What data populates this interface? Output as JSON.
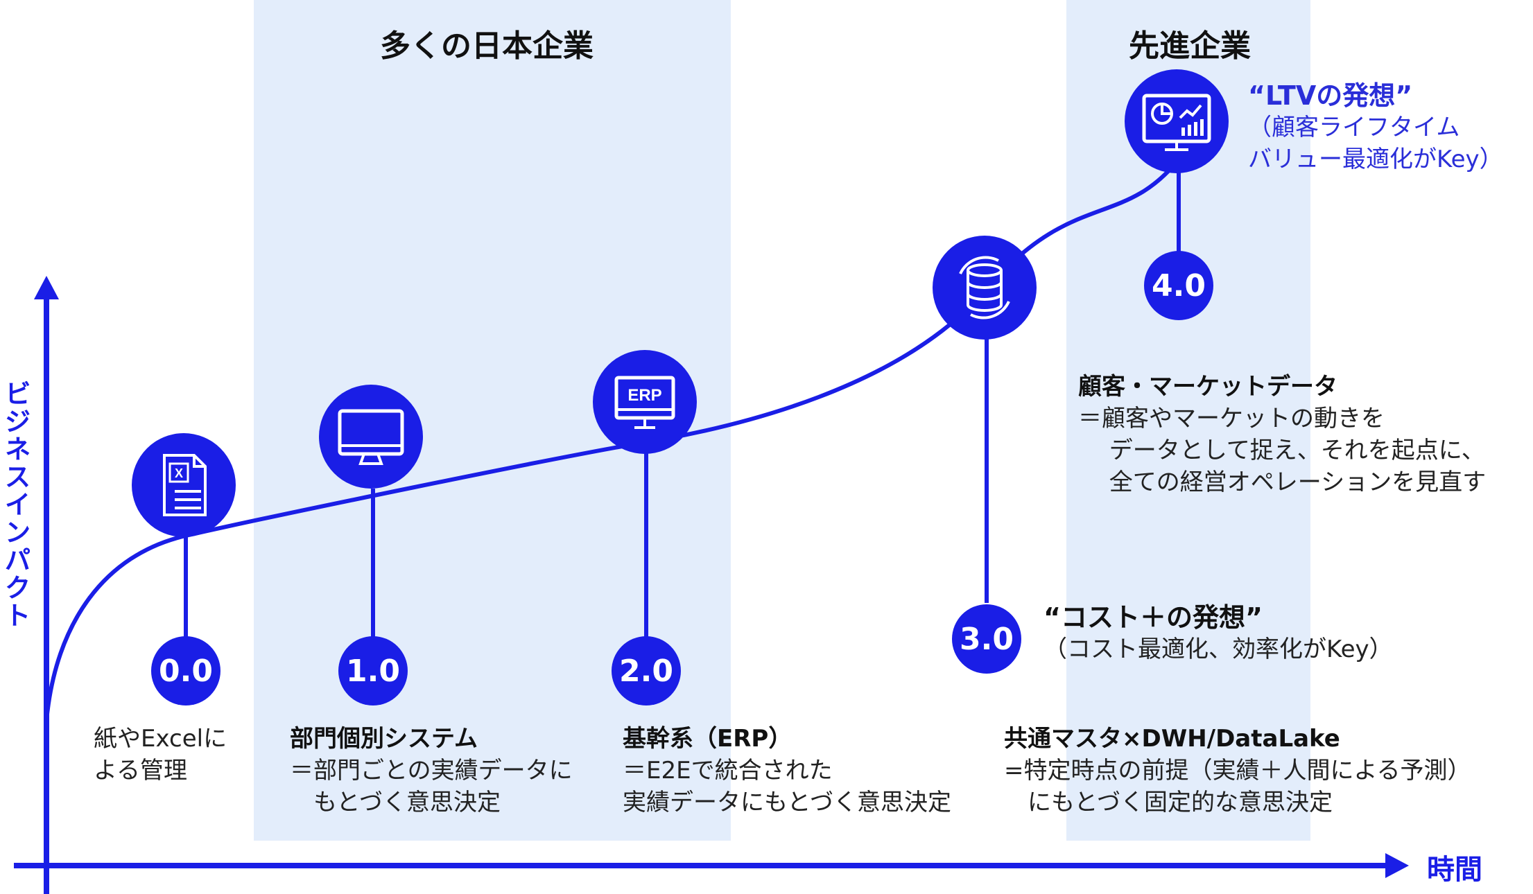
{
  "colors": {
    "accent": "#1a1ee6",
    "band": "#e3edfb",
    "quote": "#2a2ed8"
  },
  "bands": {
    "left_title": "多くの日本企業",
    "right_title": "先進企業"
  },
  "axes": {
    "y_label": "ビジネスインパクト",
    "x_label": "時間"
  },
  "stages": [
    {
      "value": "0.0",
      "icon": "excel-file-icon",
      "lines": [
        "紙やExcelに",
        "よる管理"
      ]
    },
    {
      "value": "1.0",
      "icon": "monitor-icon",
      "title": "部門個別システム",
      "lines": [
        "＝部門ごとの実績データに",
        "　もとづく意思決定"
      ]
    },
    {
      "value": "2.0",
      "icon": "erp-monitor-icon",
      "icon_text": "ERP",
      "title": "基幹系（ERP）",
      "lines": [
        "＝E2Eで統合された",
        "実績データにもとづく意思決定"
      ]
    },
    {
      "value": "3.0",
      "icon": "database-sync-icon",
      "quote": "“コスト＋の発想”",
      "quote_sub": "（コスト最適化、効率化がKey）",
      "title": "共通マスタ×DWH/DataLake",
      "lines": [
        "=特定時点の前提（実績＋人間による予測）",
        "　にもとづく固定的な意思決定"
      ]
    },
    {
      "value": "4.0",
      "icon": "analytics-dashboard-icon",
      "quote": "“LTVの発想”",
      "quote_sub": [
        "（顧客ライフタイム",
        "バリュー最適化がKey）"
      ],
      "title": "顧客・マーケットデータ",
      "lines": [
        "＝顧客やマーケットの動きを",
        "　 データとして捉え、それを起点に、",
        "　 全ての経営オペレーションを見直す"
      ]
    }
  ]
}
